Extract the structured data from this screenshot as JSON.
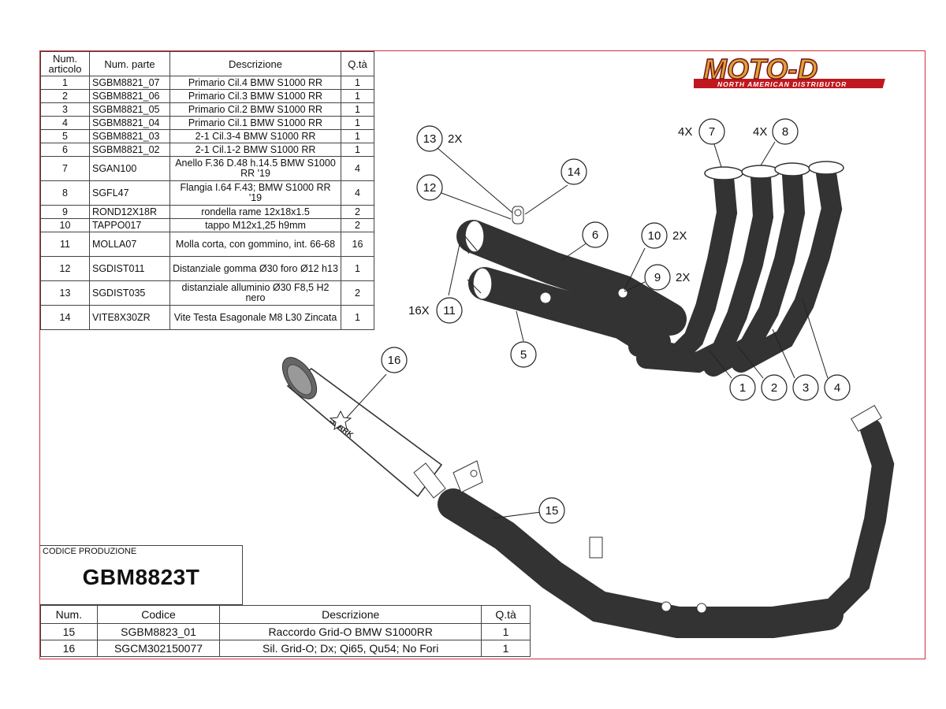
{
  "brand": {
    "name": "MOTO-D",
    "tagline": "NORTH AMERICAN DISTRIBUTOR",
    "color_gold": "#d9a33a",
    "color_red": "#c0181f"
  },
  "parts_table": {
    "headers": [
      "Num. articolo",
      "Num. parte",
      "Descrizione",
      "Q.tà"
    ],
    "rows": [
      {
        "num": "1",
        "code": "SGBM8821_07",
        "desc": "Primario Cil.4 BMW S1000 RR",
        "qty": "1"
      },
      {
        "num": "2",
        "code": "SGBM8821_06",
        "desc": "Primario Cil.3 BMW S1000 RR",
        "qty": "1"
      },
      {
        "num": "3",
        "code": "SGBM8821_05",
        "desc": "Primario Cil.2 BMW S1000 RR",
        "qty": "1"
      },
      {
        "num": "4",
        "code": "SGBM8821_04",
        "desc": "Primario Cil.1 BMW S1000 RR",
        "qty": "1"
      },
      {
        "num": "5",
        "code": "SGBM8821_03",
        "desc": "2-1 Cil.3-4 BMW S1000 RR",
        "qty": "1"
      },
      {
        "num": "6",
        "code": "SGBM8821_02",
        "desc": "2-1 Cil.1-2 BMW S1000 RR",
        "qty": "1"
      },
      {
        "num": "7",
        "code": "SGAN100",
        "desc": "Anello F.36 D.48 h.14.5 BMW S1000 RR '19",
        "qty": "4"
      },
      {
        "num": "8",
        "code": "SGFL47",
        "desc": "Flangia I.64 F.43; BMW S1000 RR '19",
        "qty": "4"
      },
      {
        "num": "9",
        "code": "ROND12X18R",
        "desc": "rondella rame 12x18x1.5",
        "qty": "2"
      },
      {
        "num": "10",
        "code": "TAPPO017",
        "desc": "tappo M12x1,25 h9mm",
        "qty": "2"
      },
      {
        "num": "11",
        "code": "MOLLA07",
        "desc": "Molla corta, con gommino, int. 66-68",
        "qty": "16"
      },
      {
        "num": "12",
        "code": "SGDIST011",
        "desc": "Distanziale gomma Ø30 foro Ø12 h13",
        "qty": "1"
      },
      {
        "num": "13",
        "code": "SGDIST035",
        "desc": "distanziale alluminio Ø30 F8,5 H2 nero",
        "qty": "2"
      },
      {
        "num": "14",
        "code": "VITE8X30ZR",
        "desc": "Vite Testa Esagonale M8 L30 Zincata",
        "qty": "1"
      }
    ]
  },
  "production": {
    "label": "CODICE PRODUZIONE",
    "code": "GBM8823T"
  },
  "production_table": {
    "headers": [
      "Num.",
      "Codice",
      "Descrizione",
      "Q.tà"
    ],
    "rows": [
      {
        "num": "15",
        "code": "SGBM8823_01",
        "desc": "Raccordo Grid-O BMW S1000RR",
        "qty": "1"
      },
      {
        "num": "16",
        "code": "SGCM302150077",
        "desc": "Sil. Grid-O; Dx; Qi65, Qu54; No Fori",
        "qty": "1"
      }
    ]
  },
  "callouts": [
    {
      "id": "1",
      "qty": ""
    },
    {
      "id": "2",
      "qty": ""
    },
    {
      "id": "3",
      "qty": ""
    },
    {
      "id": "4",
      "qty": ""
    },
    {
      "id": "5",
      "qty": ""
    },
    {
      "id": "6",
      "qty": ""
    },
    {
      "id": "7",
      "qty": "4X"
    },
    {
      "id": "8",
      "qty": "4X"
    },
    {
      "id": "9",
      "qty": "2X"
    },
    {
      "id": "10",
      "qty": "2X"
    },
    {
      "id": "11",
      "qty": "16X"
    },
    {
      "id": "12",
      "qty": ""
    },
    {
      "id": "13",
      "qty": "2X"
    },
    {
      "id": "14",
      "qty": ""
    },
    {
      "id": "15",
      "qty": ""
    },
    {
      "id": "16",
      "qty": ""
    }
  ],
  "silencer_marking": "SPARK"
}
